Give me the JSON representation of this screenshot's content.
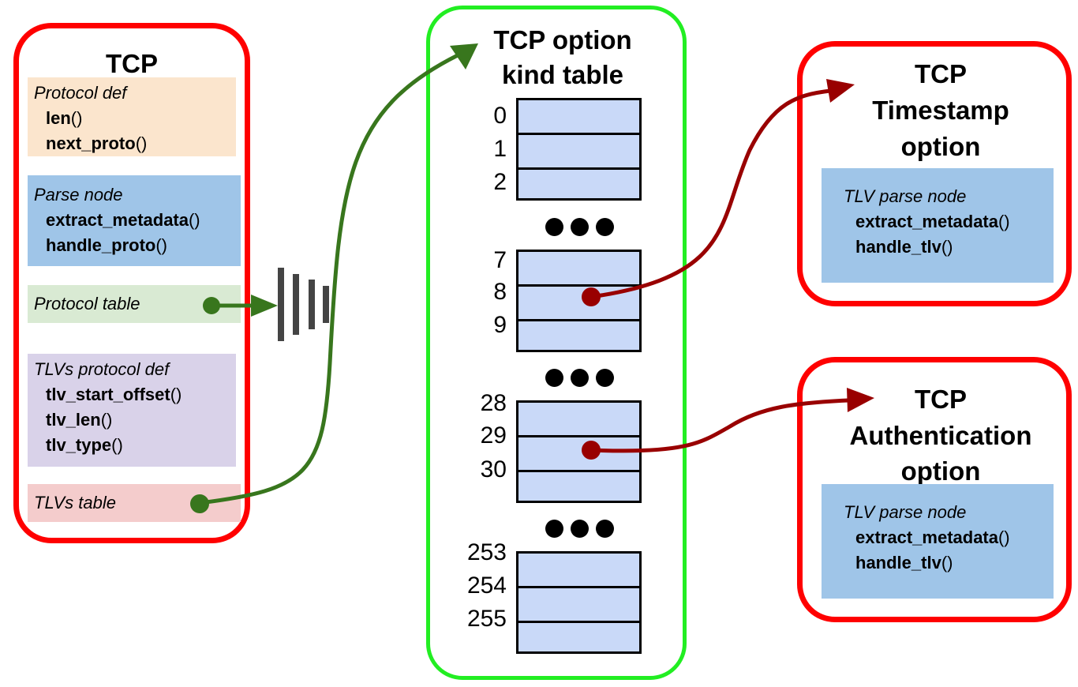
{
  "tcp_box": {
    "title": "TCP",
    "protocol_def": {
      "heading": "Protocol def",
      "fns": [
        {
          "name": "len",
          "args": "()"
        },
        {
          "name": "next_proto",
          "args": "()"
        }
      ]
    },
    "parse_node": {
      "heading": "Parse node",
      "fns": [
        {
          "name": "extract_metadata",
          "args": "()"
        },
        {
          "name": "handle_proto",
          "args": "()"
        }
      ]
    },
    "protocol_table": {
      "label": "Protocol table"
    },
    "tlvs_protocol_def": {
      "heading": "TLVs protocol def",
      "fns": [
        {
          "name": "tlv_start_offset",
          "args": "()"
        },
        {
          "name": "tlv_len",
          "args": "()"
        },
        {
          "name": "tlv_type",
          "args": "()"
        }
      ]
    },
    "tlvs_table": {
      "label": "TLVs table"
    }
  },
  "kind_table": {
    "title_line1": "TCP option",
    "title_line2": "kind table",
    "groups": [
      [
        "0",
        "1",
        "2"
      ],
      [
        "7",
        "8",
        "9"
      ],
      [
        "28",
        "29",
        "30"
      ],
      [
        "253",
        "254",
        "255"
      ]
    ]
  },
  "timestamp_box": {
    "title_lines": [
      "TCP",
      "Timestamp",
      "option"
    ],
    "node": {
      "heading": "TLV parse node",
      "fns": [
        {
          "name": "extract_metadata",
          "args": "()"
        },
        {
          "name": "handle_tlv",
          "args": "()"
        }
      ]
    }
  },
  "auth_box": {
    "title_lines": [
      "TCP",
      "Authentication",
      "option"
    ],
    "node": {
      "heading": "TLV parse node",
      "fns": [
        {
          "name": "extract_metadata",
          "args": "()"
        },
        {
          "name": "handle_tlv",
          "args": "()"
        }
      ]
    }
  },
  "colors": {
    "box_border": "#ff0000",
    "table_border": "#22ee22",
    "protocol_def_bg": "#fbe5cd",
    "parse_node_bg": "#9fc5e8",
    "protocol_table_bg": "#d9ead3",
    "tlvs_protocol_def_bg": "#d9d2e9",
    "tlvs_table_bg": "#f4cccc",
    "table_row_bg": "#c9d9f8",
    "green_arrow": "#38761d",
    "red_arrow": "#990000"
  },
  "icons": {
    "ground_symbol": "ground-icon",
    "bullet": "dot-icon"
  }
}
